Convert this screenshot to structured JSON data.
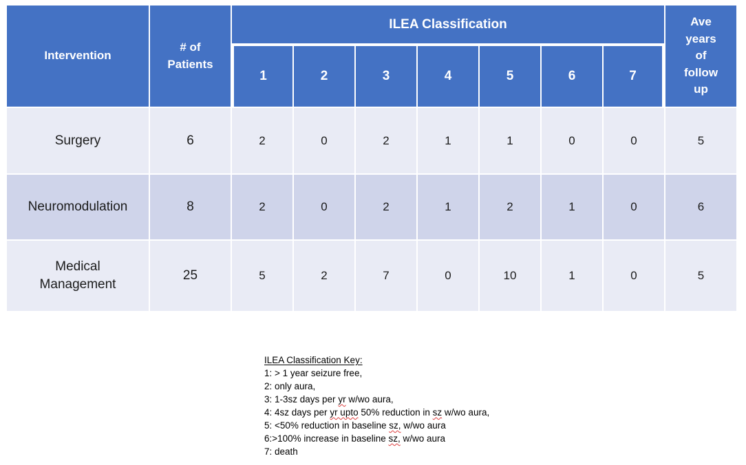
{
  "table": {
    "headers": {
      "intervention": "Intervention",
      "patients": "# of Patients",
      "ilea": "ILEA Classification",
      "classes": [
        "1",
        "2",
        "3",
        "4",
        "5",
        "6",
        "7"
      ],
      "ave": "Ave years of follow up"
    },
    "rows": [
      {
        "intervention": "Surgery",
        "patients": "6",
        "classes": [
          "2",
          "0",
          "2",
          "1",
          "1",
          "0",
          "0"
        ],
        "ave": "5"
      },
      {
        "intervention": "Neuromodulation",
        "patients": "8",
        "classes": [
          "2",
          "0",
          "2",
          "1",
          "2",
          "1",
          "0"
        ],
        "ave": "6"
      },
      {
        "intervention": "Medical Management",
        "patients": "25",
        "classes": [
          "5",
          "2",
          "7",
          "0",
          "10",
          "1",
          "0"
        ],
        "ave": "5"
      }
    ]
  },
  "key": {
    "title": "ILEA Classification Key:",
    "lines": [
      {
        "segments": [
          {
            "t": "1: > 1 year seizure free,"
          }
        ]
      },
      {
        "segments": [
          {
            "t": "2: only aura,"
          }
        ]
      },
      {
        "segments": [
          {
            "t": "3: 1-3sz days per "
          },
          {
            "t": "yr",
            "sp": true
          },
          {
            "t": " w/wo aura,"
          }
        ]
      },
      {
        "segments": [
          {
            "t": "4: 4sz days per "
          },
          {
            "t": "yr upto",
            "sp": true
          },
          {
            "t": " 50% reduction in "
          },
          {
            "t": "sz",
            "sp": true
          },
          {
            "t": " w/wo aura,"
          }
        ]
      },
      {
        "segments": [
          {
            "t": "5: <50% reduction in baseline "
          },
          {
            "t": "sz,",
            "sp": true
          },
          {
            "t": " w/wo aura"
          }
        ]
      },
      {
        "segments": [
          {
            "t": "6:>100% increase in baseline "
          },
          {
            "t": "sz,",
            "sp": true
          },
          {
            "t": " w/wo aura"
          }
        ]
      },
      {
        "segments": [
          {
            "t": "7: death"
          }
        ]
      }
    ]
  },
  "colors": {
    "header_bg": "#4472C4",
    "header_text": "#FFFFFF",
    "row_light": "#E9EBF5",
    "row_dark": "#CFD4EA",
    "body_text": "#1A1A1A",
    "gridline": "#FFFFFF",
    "key_text": "#000000",
    "spellcheck_red": "#DD3C3C"
  }
}
